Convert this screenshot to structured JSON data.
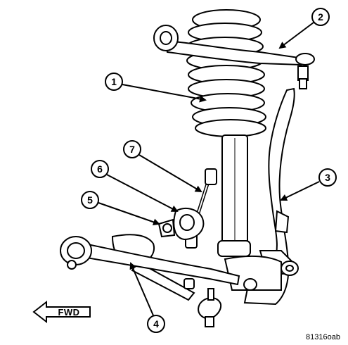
{
  "callouts": [
    {
      "id": "1",
      "label": "1"
    },
    {
      "id": "2",
      "label": "2"
    },
    {
      "id": "3",
      "label": "3"
    },
    {
      "id": "4",
      "label": "4"
    },
    {
      "id": "5",
      "label": "5"
    },
    {
      "id": "6",
      "label": "6"
    },
    {
      "id": "7",
      "label": "7"
    }
  ],
  "direction_label": "FWD",
  "figure_code": "81316oab"
}
